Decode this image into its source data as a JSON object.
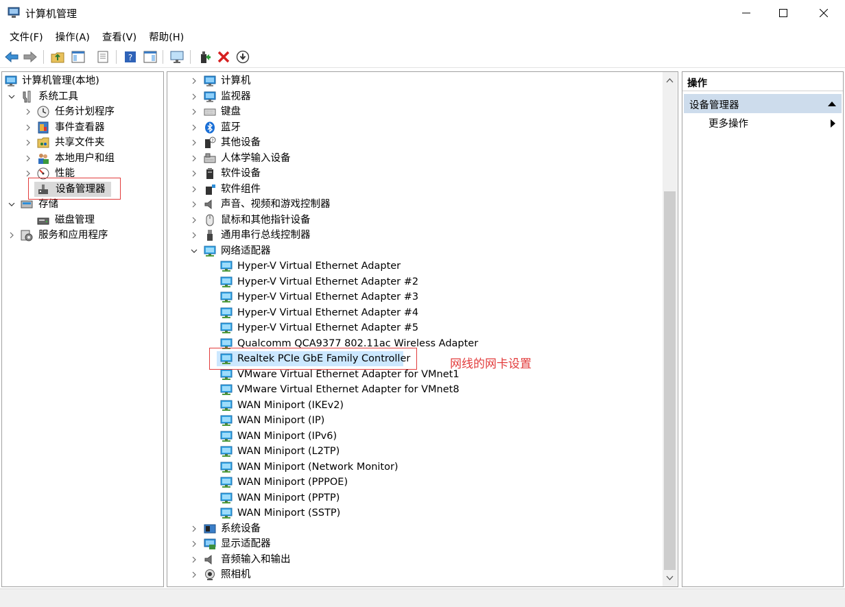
{
  "window": {
    "title": "计算机管理"
  },
  "menu": [
    "文件(F)",
    "操作(A)",
    "查看(V)",
    "帮助(H)"
  ],
  "toolbar": [
    "back-icon",
    "forward-icon",
    "up-folder-icon",
    "show-tree-icon",
    "properties-icon",
    "help-icon",
    "action-pane-icon",
    "monitor-icon",
    "update-driver-icon",
    "uninstall-icon",
    "download-icon"
  ],
  "tree": {
    "root": "计算机管理(本地)",
    "items": [
      {
        "label": "系统工具",
        "level": 1,
        "expanded": true
      },
      {
        "label": "任务计划程序",
        "level": 2
      },
      {
        "label": "事件查看器",
        "level": 2
      },
      {
        "label": "共享文件夹",
        "level": 2
      },
      {
        "label": "本地用户和组",
        "level": 2
      },
      {
        "label": "性能",
        "level": 2
      },
      {
        "label": "设备管理器",
        "level": 2,
        "selected": true
      },
      {
        "label": "存储",
        "level": 1,
        "expanded": true
      },
      {
        "label": "磁盘管理",
        "level": 2
      },
      {
        "label": "服务和应用程序",
        "level": 1
      }
    ]
  },
  "devices": {
    "categories_top": [
      "计算机",
      "监视器",
      "键盘",
      "蓝牙",
      "其他设备",
      "人体学输入设备",
      "软件设备",
      "软件组件",
      "声音、视频和游戏控制器",
      "鼠标和其他指针设备",
      "通用串行总线控制器"
    ],
    "network_label": "网络适配器",
    "adapters": [
      "Hyper-V Virtual Ethernet Adapter",
      "Hyper-V Virtual Ethernet Adapter #2",
      "Hyper-V Virtual Ethernet Adapter #3",
      "Hyper-V Virtual Ethernet Adapter #4",
      "Hyper-V Virtual Ethernet Adapter #5",
      "Qualcomm QCA9377 802.11ac Wireless Adapter",
      "Realtek PCIe GbE Family Controller",
      "VMware Virtual Ethernet Adapter for VMnet1",
      "VMware Virtual Ethernet Adapter for VMnet8",
      "WAN Miniport (IKEv2)",
      "WAN Miniport (IP)",
      "WAN Miniport (IPv6)",
      "WAN Miniport (L2TP)",
      "WAN Miniport (Network Monitor)",
      "WAN Miniport (PPPOE)",
      "WAN Miniport (PPTP)",
      "WAN Miniport (SSTP)"
    ],
    "categories_bottom": [
      "系统设备",
      "显示适配器",
      "音频输入和输出",
      "照相机"
    ],
    "annotation": "网线的网卡设置"
  },
  "actions": {
    "header": "操作",
    "section": "设备管理器",
    "more": "更多操作"
  },
  "colors": {
    "annotation": "#e23b3b",
    "selection": "#cce8ff",
    "action_section": "#cddcec"
  }
}
